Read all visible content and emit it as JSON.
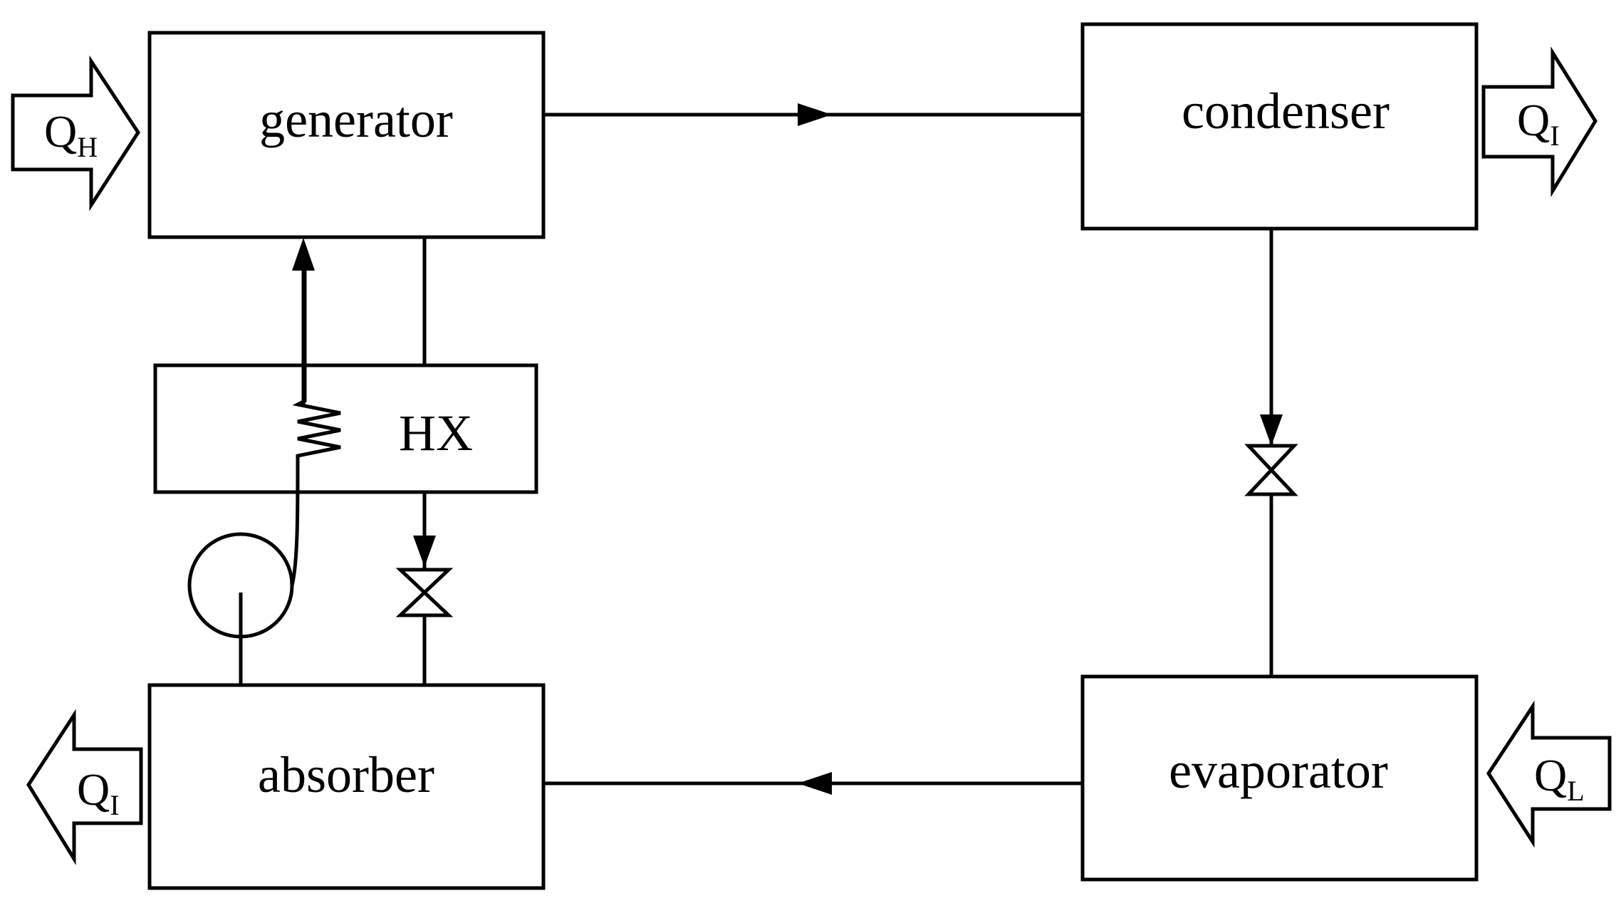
{
  "components": {
    "generator": "generator",
    "condenser": "condenser",
    "evaporator": "evaporator",
    "absorber": "absorber",
    "heat_exchanger": "HX"
  },
  "heat_flows": {
    "generator_in": {
      "symbol": "Q",
      "subscript": "H"
    },
    "condenser_out": {
      "symbol": "Q",
      "subscript": "I"
    },
    "absorber_out": {
      "symbol": "Q",
      "subscript": "I"
    },
    "evaporator_in": {
      "symbol": "Q",
      "subscript": "L"
    }
  }
}
